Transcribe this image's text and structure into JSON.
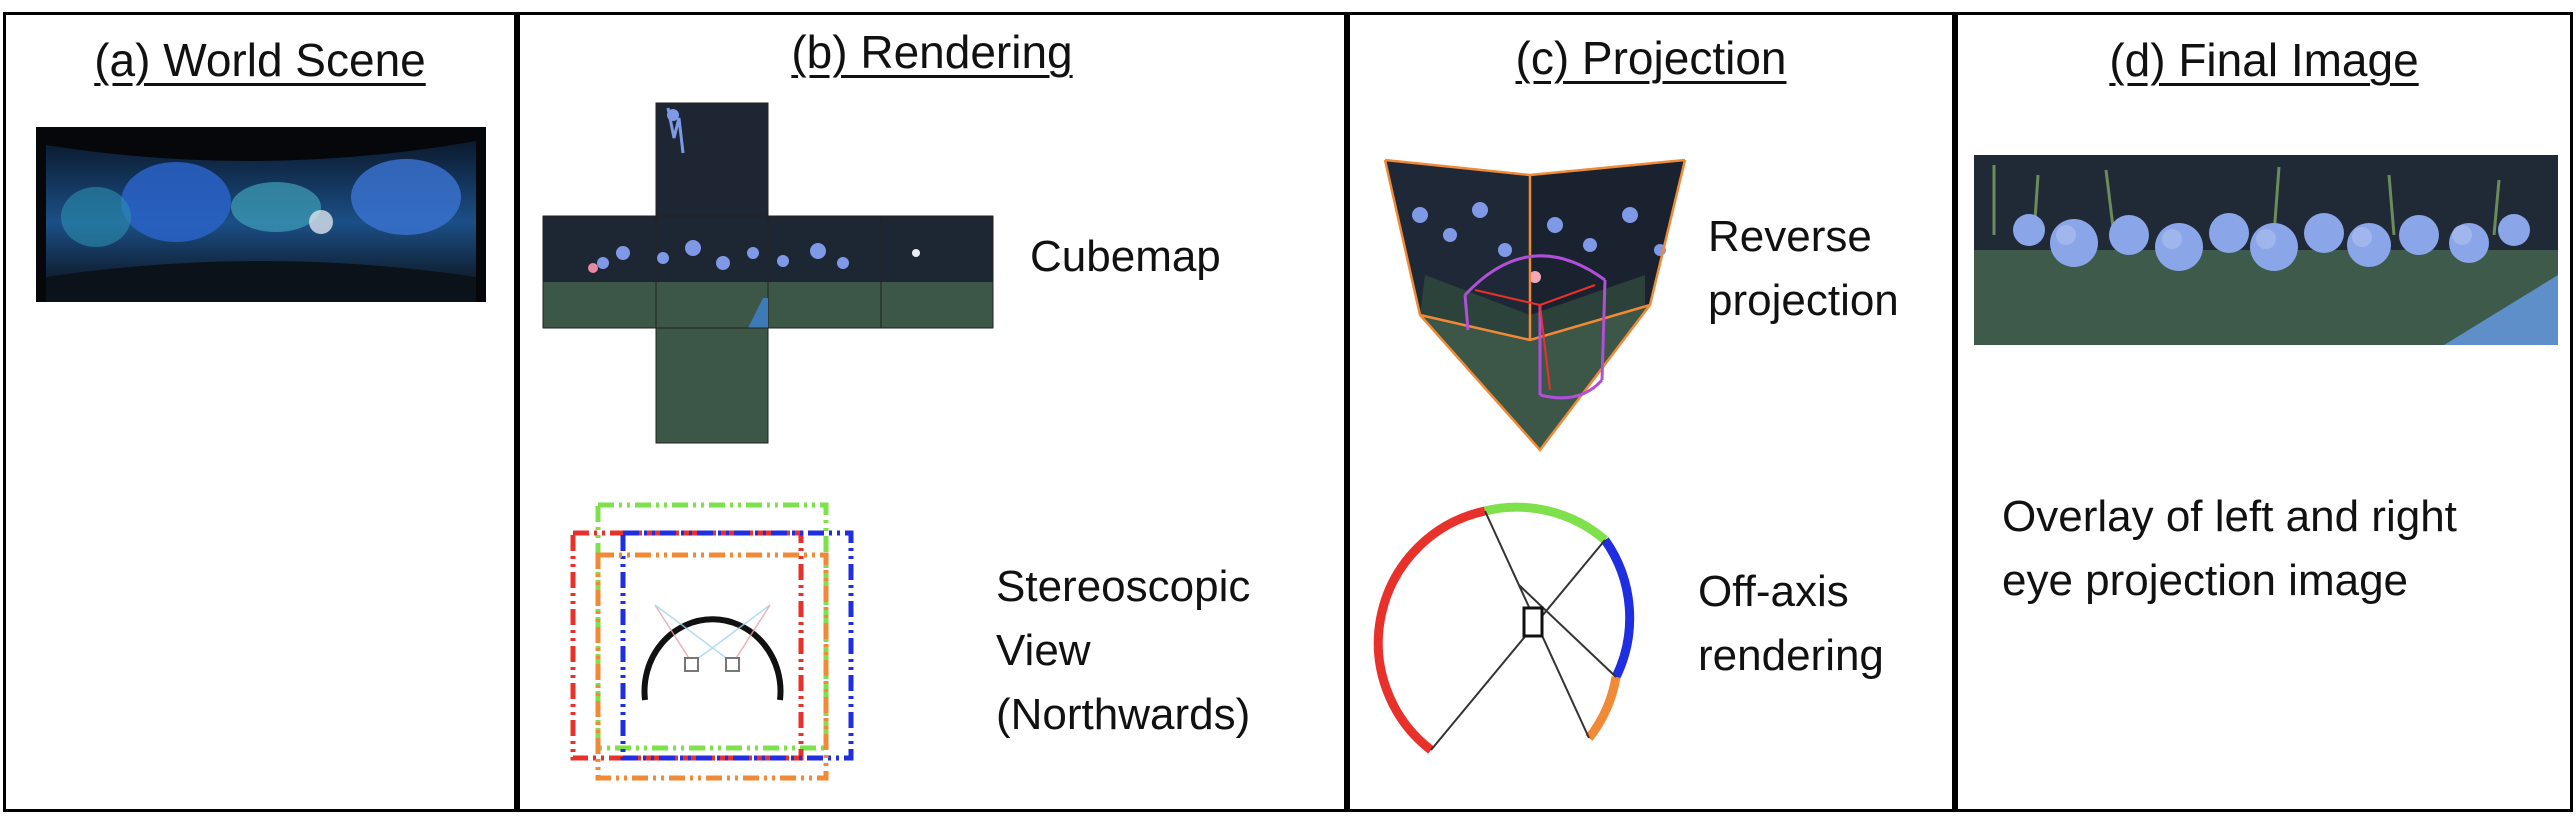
{
  "panels": [
    {
      "title": "(a) World Scene"
    },
    {
      "title": "(b) Rendering"
    },
    {
      "title": "(c) Projection"
    },
    {
      "title": "(d) Final Image"
    }
  ],
  "rendering": {
    "cubemap_label": "Cubemap",
    "stereo_label_lines": [
      "Stereoscopic",
      "View",
      "(Northwards)"
    ]
  },
  "projection": {
    "reverse_label_lines": [
      "Reverse",
      "projection"
    ],
    "offaxis_label_lines": [
      "Off-axis",
      "rendering"
    ]
  },
  "final": {
    "caption_lines": [
      "Overlay of left and right",
      "eye projection image"
    ]
  },
  "colors": {
    "red": "#e8312a",
    "green": "#7ee04a",
    "blue": "#1e2ee0",
    "orange": "#f08a36",
    "scene_dark": "#1d2633",
    "scene_ground": "#3c5647",
    "flower_blue": "#7f99e6"
  }
}
